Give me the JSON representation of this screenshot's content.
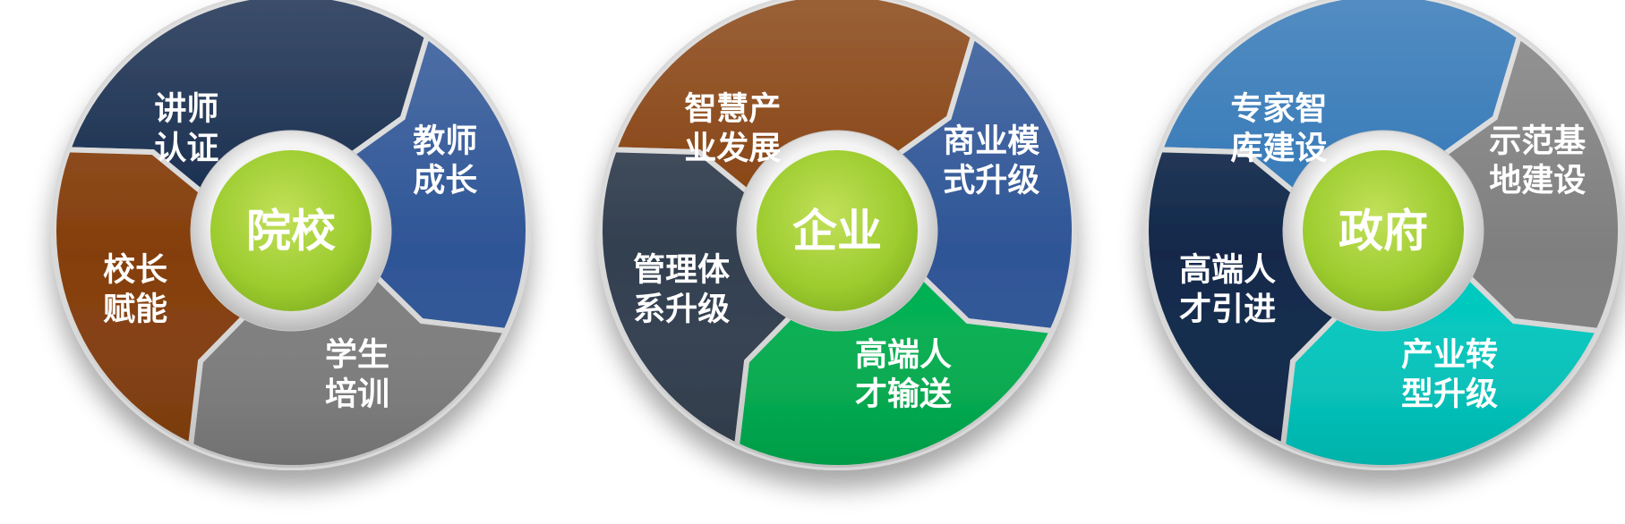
{
  "diagrams": [
    {
      "center_label": "院校",
      "segments": [
        {
          "lines": [
            "讲师",
            "认证"
          ],
          "color": "#12284a"
        },
        {
          "lines": [
            "教师",
            "成长"
          ],
          "color": "#2e5596"
        },
        {
          "lines": [
            "学生",
            "培训"
          ],
          "color": "#7f7f7f"
        },
        {
          "lines": [
            "校长",
            "赋能"
          ],
          "color": "#843e0c"
        }
      ]
    },
    {
      "center_label": "企业",
      "segments": [
        {
          "lines": [
            "智慧产",
            "业发展"
          ],
          "color": "#843e0c"
        },
        {
          "lines": [
            "商业模",
            "式升级"
          ],
          "color": "#2e5596"
        },
        {
          "lines": [
            "高端人",
            "才输送"
          ],
          "color": "#00b050"
        },
        {
          "lines": [
            "管理体",
            "系升级"
          ],
          "color": "#323f4f"
        }
      ]
    },
    {
      "center_label": "政府",
      "segments": [
        {
          "lines": [
            "专家智",
            "库建设"
          ],
          "color": "#2e74b5"
        },
        {
          "lines": [
            "示范基",
            "地建设"
          ],
          "color": "#7f7f7f"
        },
        {
          "lines": [
            "产业转",
            "型升级"
          ],
          "color": "#00c9c0"
        },
        {
          "lines": [
            "高端人",
            "才引进"
          ],
          "color": "#12284a"
        }
      ]
    }
  ],
  "hub_color": "#9ccc2e"
}
